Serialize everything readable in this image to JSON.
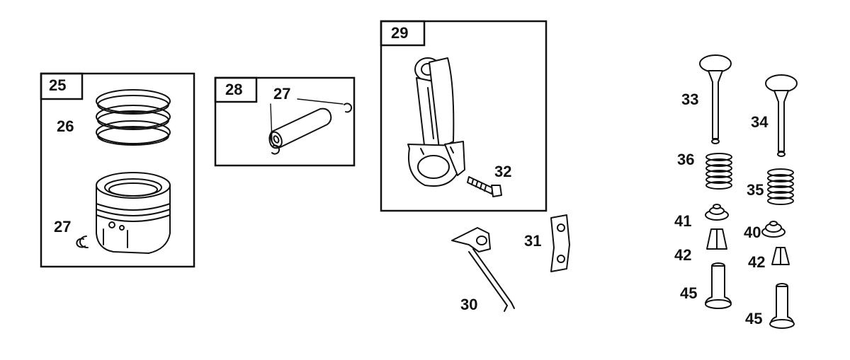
{
  "groups": [
    {
      "id": "piston-assembly",
      "number": "25"
    },
    {
      "id": "piston-pin-kit",
      "number": "28"
    },
    {
      "id": "connecting-rod-kit",
      "number": "29"
    }
  ],
  "callouts": {
    "piston_rings": "26",
    "piston_circlip": "27",
    "pin_circlip": "27",
    "rod_bolt": "32",
    "dipper": "30",
    "lock_plate": "31",
    "valve_33": "33",
    "valve_34": "34",
    "spring_36": "36",
    "spring_35": "35",
    "retainer_41": "41",
    "retainer_40": "40",
    "keeper_left": "42",
    "keeper_right": "42",
    "guide_left": "45",
    "guide_right": "45"
  }
}
